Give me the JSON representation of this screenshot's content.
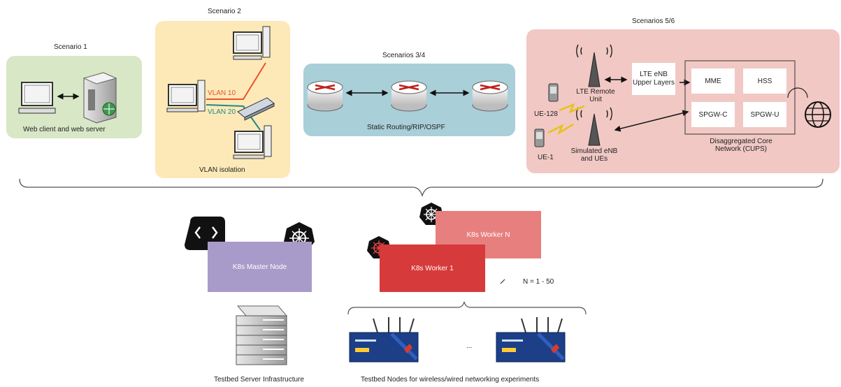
{
  "scenario1": {
    "title": "Scenario 1",
    "caption": "Web client and web server"
  },
  "scenario2": {
    "title": "Scenario 2",
    "caption": "VLAN isolation",
    "vlan10": "VLAN 10",
    "vlan20": "VLAN 20"
  },
  "scenario34": {
    "title": "Scenarios 3/4",
    "caption": "Static Routing/RIP/OSPF"
  },
  "scenario56": {
    "title": "Scenarios 5/6",
    "lte_upper": "LTE eNB Upper Layers",
    "lte_remote": "LTE Remote Unit",
    "mme": "MME",
    "hss": "HSS",
    "sgwc": "SPGW-C",
    "sgwu": "SPGW-U",
    "ue128": "UE-128",
    "ue1": "UE-1",
    "sim_enb": "Simulated eNB and UEs",
    "core": "Disaggregated Core Network (CUPS)"
  },
  "k8s": {
    "master": "K8s Master Node",
    "worker1": "K8s Worker 1",
    "workerN": "K8s Worker N",
    "range": "N = 1 - 50",
    "ellipsis": "..."
  },
  "bottom": {
    "server_caption": "Testbed Server Infrastructure",
    "nodes_caption": "Testbed Nodes for wireless/wired networking  experiments"
  },
  "colors": {
    "green_panel": "#d8e7c5",
    "yellow_panel": "#fde9b7",
    "blue_panel": "#a9cfd9",
    "pink_panel": "#f1c8c4",
    "master": "#a99bc9",
    "worker1": "#d63a3a",
    "workerN": "#e77f7f"
  }
}
